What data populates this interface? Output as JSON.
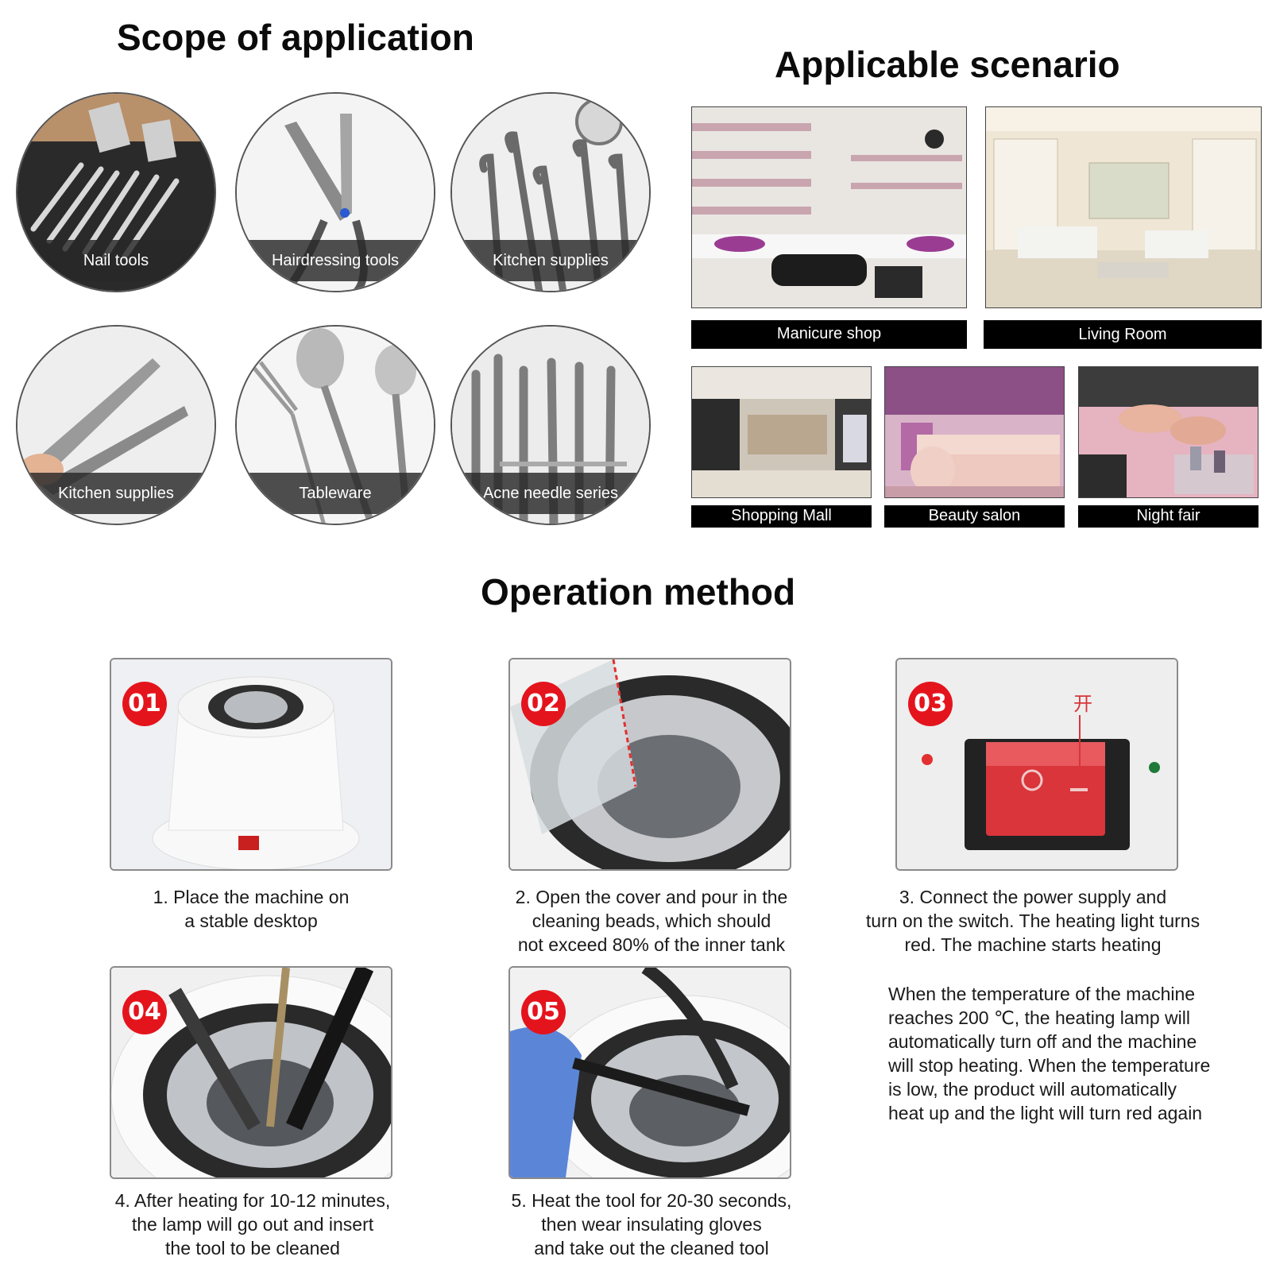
{
  "headings": {
    "scope": "Scope of application",
    "scenario": "Applicable scenario",
    "operation": "Operation method"
  },
  "scope_items": [
    {
      "label": "Nail tools",
      "icon": "nail-tools-image"
    },
    {
      "label": "Hairdressing tools",
      "icon": "scissors-image"
    },
    {
      "label": "Kitchen supplies",
      "icon": "dental-picks-image"
    },
    {
      "label": "Kitchen supplies",
      "icon": "tongs-image"
    },
    {
      "label": "Tableware",
      "icon": "spoons-image"
    },
    {
      "label": "Acne needle series",
      "icon": "tweezers-image"
    }
  ],
  "scenarios": [
    {
      "label": "Manicure shop"
    },
    {
      "label": "Living Room"
    },
    {
      "label": "Shopping Mall"
    },
    {
      "label": "Beauty salon"
    },
    {
      "label": "Night fair"
    }
  ],
  "steps": [
    {
      "badge": "01",
      "lines": [
        "1. Place the machine on",
        "a stable desktop"
      ]
    },
    {
      "badge": "02",
      "lines": [
        "2. Open the cover and pour in the",
        "cleaning beads, which should",
        "not exceed 80% of the inner tank"
      ]
    },
    {
      "badge": "03",
      "switch_mark": "开",
      "lines": [
        "3. Connect the power supply and",
        "turn on the switch. The heating light turns",
        "red. The machine starts heating"
      ]
    },
    {
      "badge": "04",
      "lines": [
        "4. After heating for 10-12 minutes,",
        "the lamp will go out and insert",
        "the tool to be cleaned"
      ]
    },
    {
      "badge": "05",
      "lines": [
        "5. Heat the tool for 20-30 seconds,",
        "then wear insulating gloves",
        "and take out the cleaned tool"
      ]
    }
  ],
  "note_lines": [
    "When the temperature of the machine",
    "reaches 200 ℃, the heating lamp will",
    "automatically turn off and the machine",
    "will stop heating. When the temperature",
    "is low, the product will automatically",
    "heat up and the light will turn red again"
  ],
  "colors": {
    "badge": "#e4141d",
    "caption_bg": "#000000",
    "band_bg": "#282828"
  }
}
